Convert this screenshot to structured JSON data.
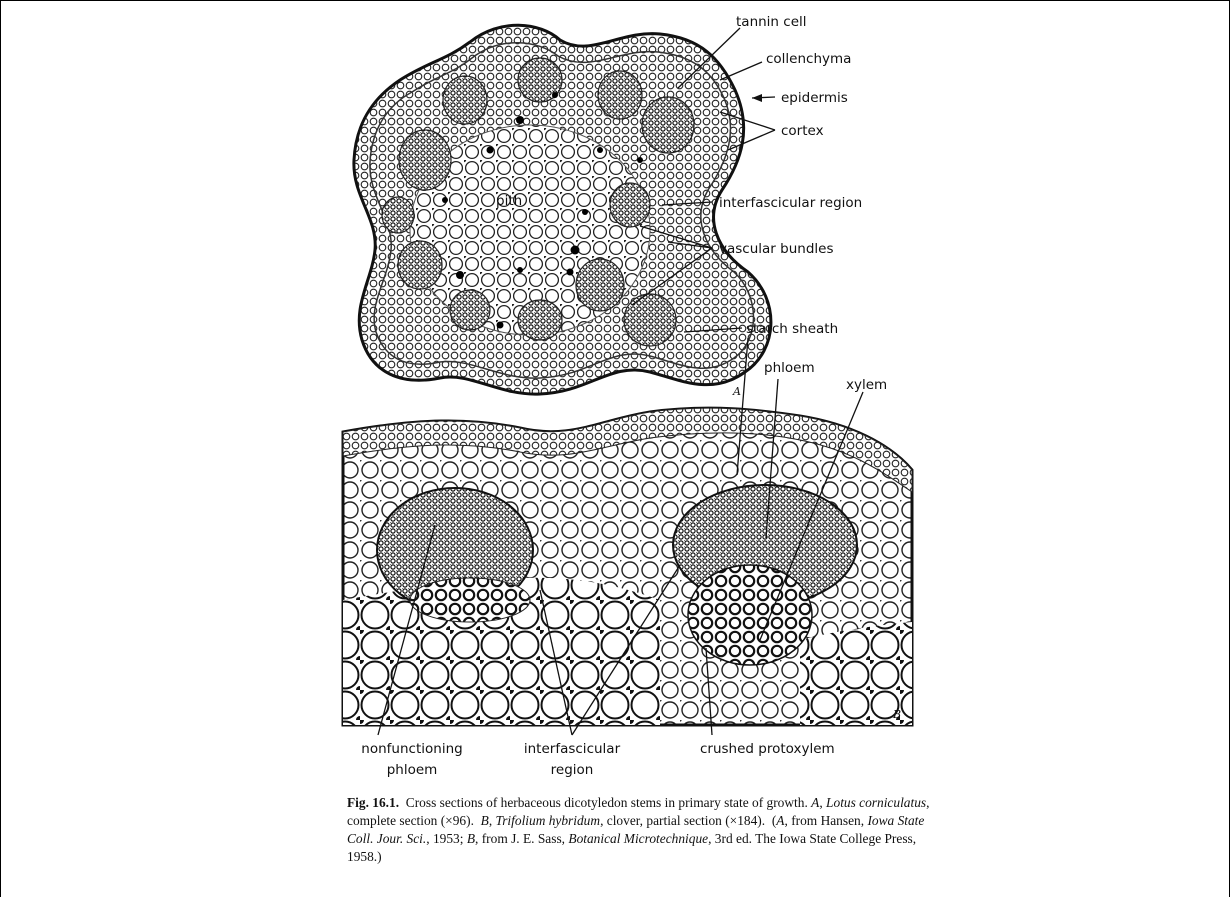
{
  "labels_a": {
    "tannin_cell": "tannin cell",
    "collenchyma": "collenchyma",
    "epidermis": "epidermis",
    "cortex": "cortex",
    "pith": "pith",
    "interfascicular_region": "interfascicular region",
    "vascular_bundles": "vascular bundles",
    "starch_sheath": "starch sheath",
    "panel": "A"
  },
  "labels_b": {
    "phloem": "phloem",
    "xylem": "xylem",
    "nonfunctioning_phloem_1": "nonfunctioning",
    "nonfunctioning_phloem_2": "phloem",
    "interfascicular_region_1": "interfascicular",
    "interfascicular_region_2": "region",
    "crushed_protoxylem": "crushed protoxylem",
    "panel": "B"
  },
  "caption": {
    "fig_number": "Fig. 16.1.",
    "line1_rest": "Cross sections of herbaceous dicotyledon stems in primary state of growth.",
    "a_letter": "A",
    "a_species": "Lotus corniculatus",
    "a_desc": "complete section (×96).",
    "b_letter": "B",
    "b_species": "Trifolium hybridum",
    "b_desc": "clover, partial section (×184).",
    "source_open": "(",
    "source_a_letter": "A",
    "source_a_from": "from Hansen,",
    "source_a_journal": "Iowa State Coll. Jour. Sci.",
    "source_a_year": "1953;",
    "source_b_letter": "B",
    "source_b_from": "from J. E. Sass,",
    "source_b_book": "Botanical Microtechnique",
    "source_b_rest": "3rd ed.   The Iowa State College Press, 1958.)"
  }
}
